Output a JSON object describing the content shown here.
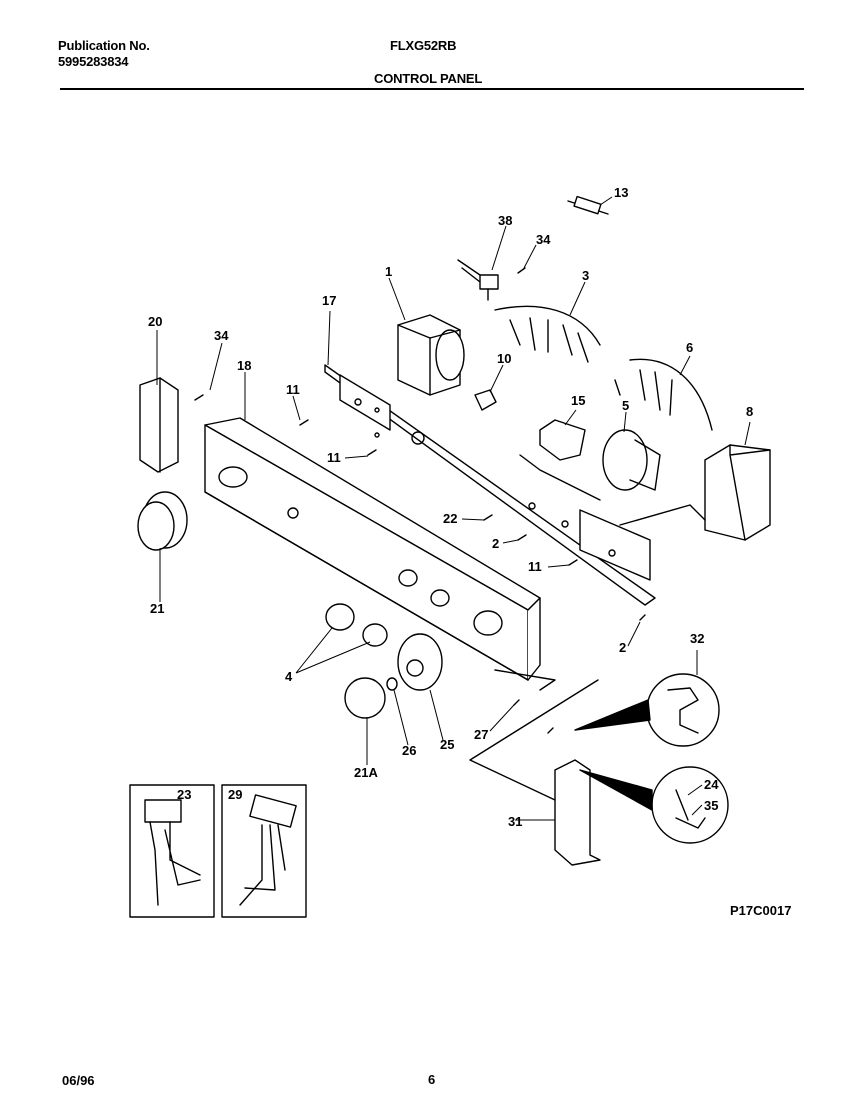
{
  "header": {
    "publication_label": "Publication No.",
    "publication_number": "5995283834",
    "model": "FLXG52RB",
    "section_title": "CONTROL PANEL"
  },
  "diagram": {
    "code": "P17C0017",
    "callouts": [
      "13",
      "38",
      "34",
      "1",
      "3",
      "17",
      "20",
      "34",
      "18",
      "10",
      "6",
      "11",
      "15",
      "5",
      "8",
      "11",
      "22",
      "2",
      "11",
      "21",
      "2",
      "32",
      "4",
      "26",
      "25",
      "27",
      "21A",
      "24",
      "35",
      "31",
      "23",
      "29"
    ]
  },
  "footer": {
    "date": "06/96",
    "page": "6"
  }
}
